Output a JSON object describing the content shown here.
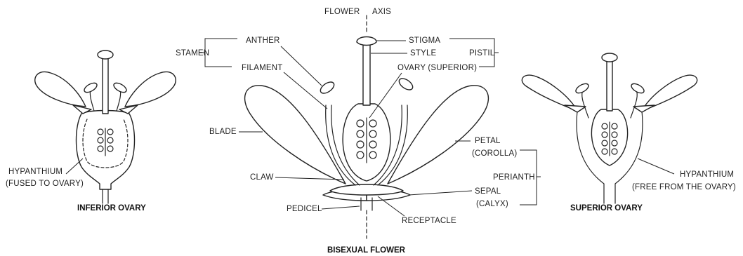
{
  "left": {
    "caption": "INFERIOR OVARY",
    "hypanthium": [
      "HYPANTHIUM",
      "(FUSED TO OVARY)"
    ]
  },
  "center": {
    "caption": "BISEXUAL FLOWER",
    "axis": [
      "FLOWER",
      "AXIS"
    ],
    "anther": "ANTHER",
    "stamen": "STAMEN",
    "filament": "FILAMENT",
    "stigma": "STIGMA",
    "style": "STYLE",
    "pistil": "PISTIL",
    "ovary": "OVARY (SUPERIOR)",
    "blade": "BLADE",
    "petal": [
      "PETAL",
      "(COROLLA)"
    ],
    "perianth": "PERIANTH",
    "claw": "CLAW",
    "sepal": [
      "SEPAL",
      "(CALYX)"
    ],
    "pedicel": "PEDICEL",
    "receptacle": "RECEPTACLE"
  },
  "right": {
    "caption": "SUPERIOR OVARY",
    "hypanthium": [
      "HYPANTHIUM",
      "(FREE FROM THE OVARY)"
    ]
  }
}
